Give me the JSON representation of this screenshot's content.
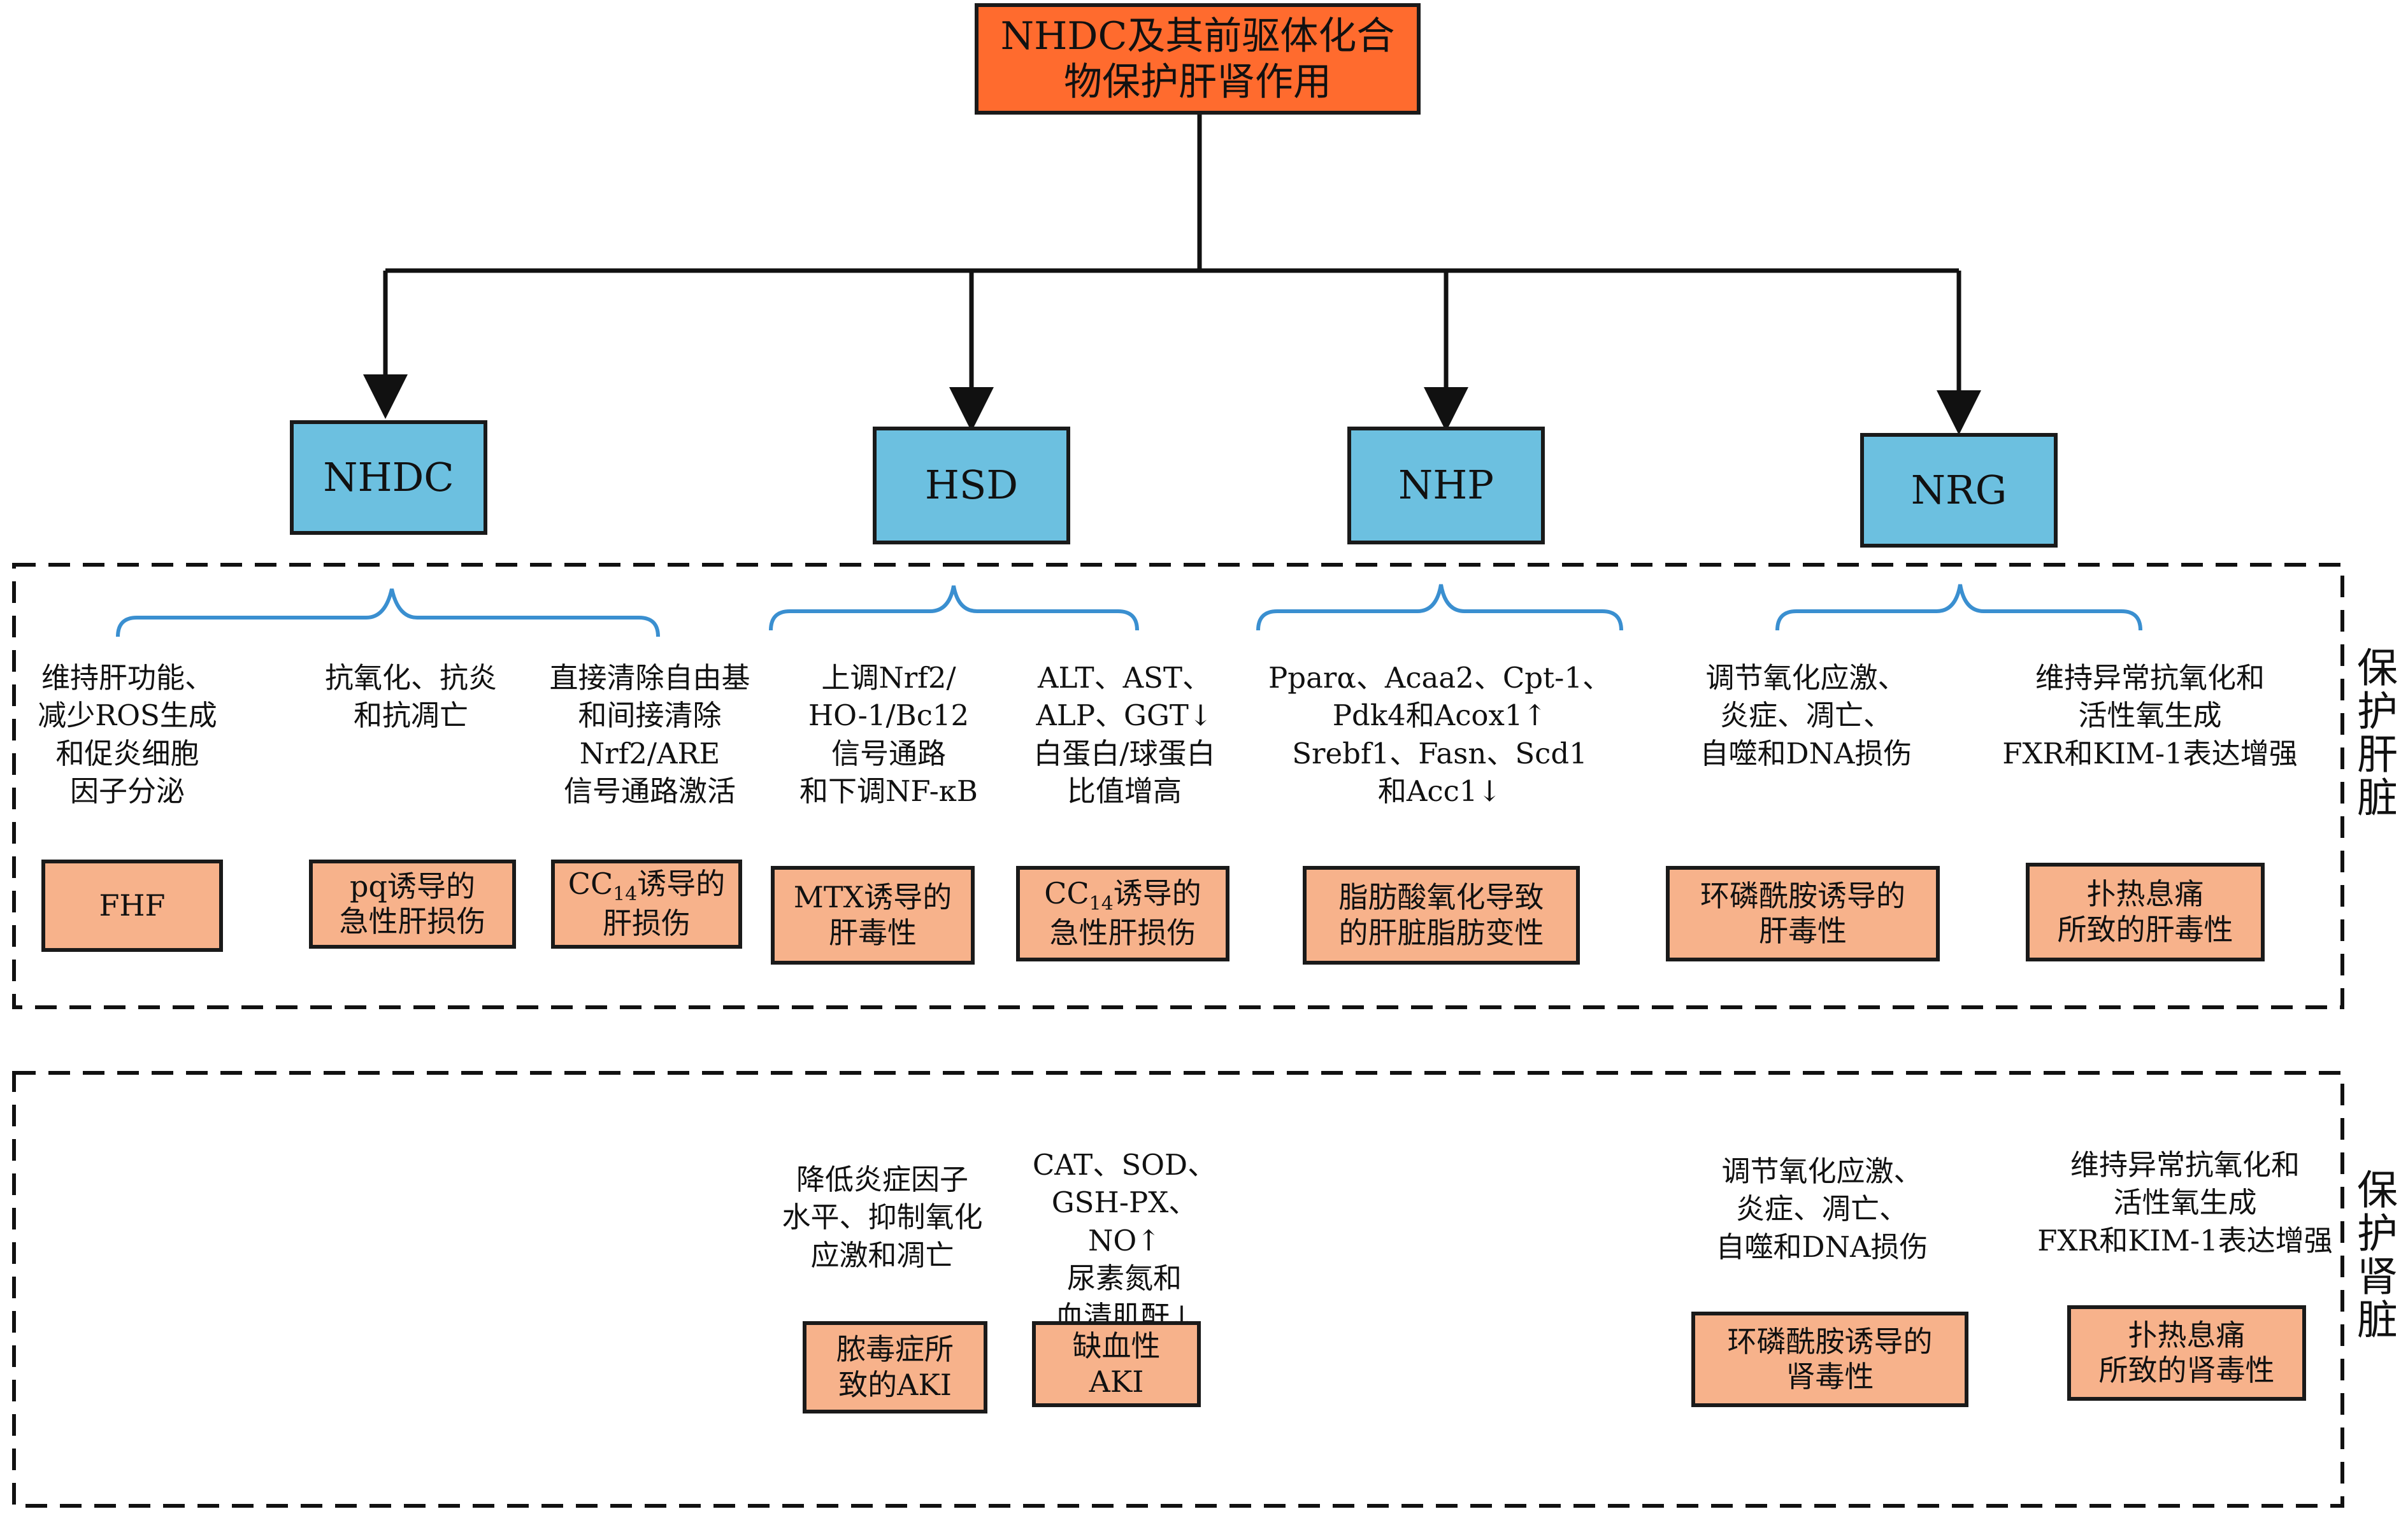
{
  "root": {
    "line1": "NHDC及其前驱体化合",
    "line2": "物保护肝肾作用"
  },
  "compounds": [
    "NHDC",
    "HSD",
    "NHP",
    "NRG"
  ],
  "liver": {
    "section_label": "保护肝脏",
    "mechanisms": [
      "维持肝功能、\n减少ROS生成\n和促炎细胞\n因子分泌",
      "抗氧化、抗炎\n和抗凋亡",
      "直接清除自由基\n和间接清除\nNrf2/ARE\n信号通路激活",
      "上调Nrf2/\nHO-1/Bc12\n信号通路\n和下调NF-κB",
      "ALT、AST、\nALP、GGT↓\n白蛋白/球蛋白\n比值增高",
      "Pparα、Acaa2、Cpt-1、\nPdk4和Acox1↑\nSrebf1、Fasn、Scd1\n和Acc1↓",
      "调节氧化应激、\n炎症、凋亡、\n自噬和DNA损伤",
      "维持异常抗氧化和\n活性氧生成\nFXR和KIM-1表达增强"
    ],
    "models": [
      {
        "l1": "FHF",
        "l2": ""
      },
      {
        "l1": "pq诱导的",
        "l2": "急性肝损伤"
      },
      {
        "pre": "CC",
        "sub": "14",
        "post": "诱导的",
        "l2": "肝损伤"
      },
      {
        "l1": "MTX诱导的",
        "l2": "肝毒性"
      },
      {
        "pre": "CC",
        "sub": "14",
        "post": "诱导的",
        "l2": "急性肝损伤"
      },
      {
        "l1": "脂肪酸氧化导致",
        "l2": "的肝脏脂肪变性"
      },
      {
        "l1": "环磷酰胺诱导的",
        "l2": "肝毒性"
      },
      {
        "l1": "扑热息痛",
        "l2": "所致的肝毒性"
      }
    ]
  },
  "kidney": {
    "section_label": "保护肾脏",
    "mechanisms": [
      "降低炎症因子\n水平、抑制氧化\n应激和凋亡",
      "CAT、SOD、\nGSH-PX、NO↑\n尿素氮和\n血清肌酐↓",
      "调节氧化应激、\n炎症、凋亡、\n自噬和DNA损伤",
      "维持异常抗氧化和\n活性氧生成\nFXR和KIM-1表达增强"
    ],
    "models": [
      {
        "l1": "脓毒症所",
        "l2": "致的AKI"
      },
      {
        "l1": "缺血性",
        "l2": "AKI"
      },
      {
        "l1": "环磷酰胺诱导的",
        "l2": "肾毒性"
      },
      {
        "l1": "扑热息痛",
        "l2": "所致的肾毒性"
      }
    ]
  },
  "colors": {
    "title_box": "#FF6B2E",
    "compound_box": "#6CC0E0",
    "model_box": "#F7B28B",
    "brace": "#3A8FD0"
  }
}
